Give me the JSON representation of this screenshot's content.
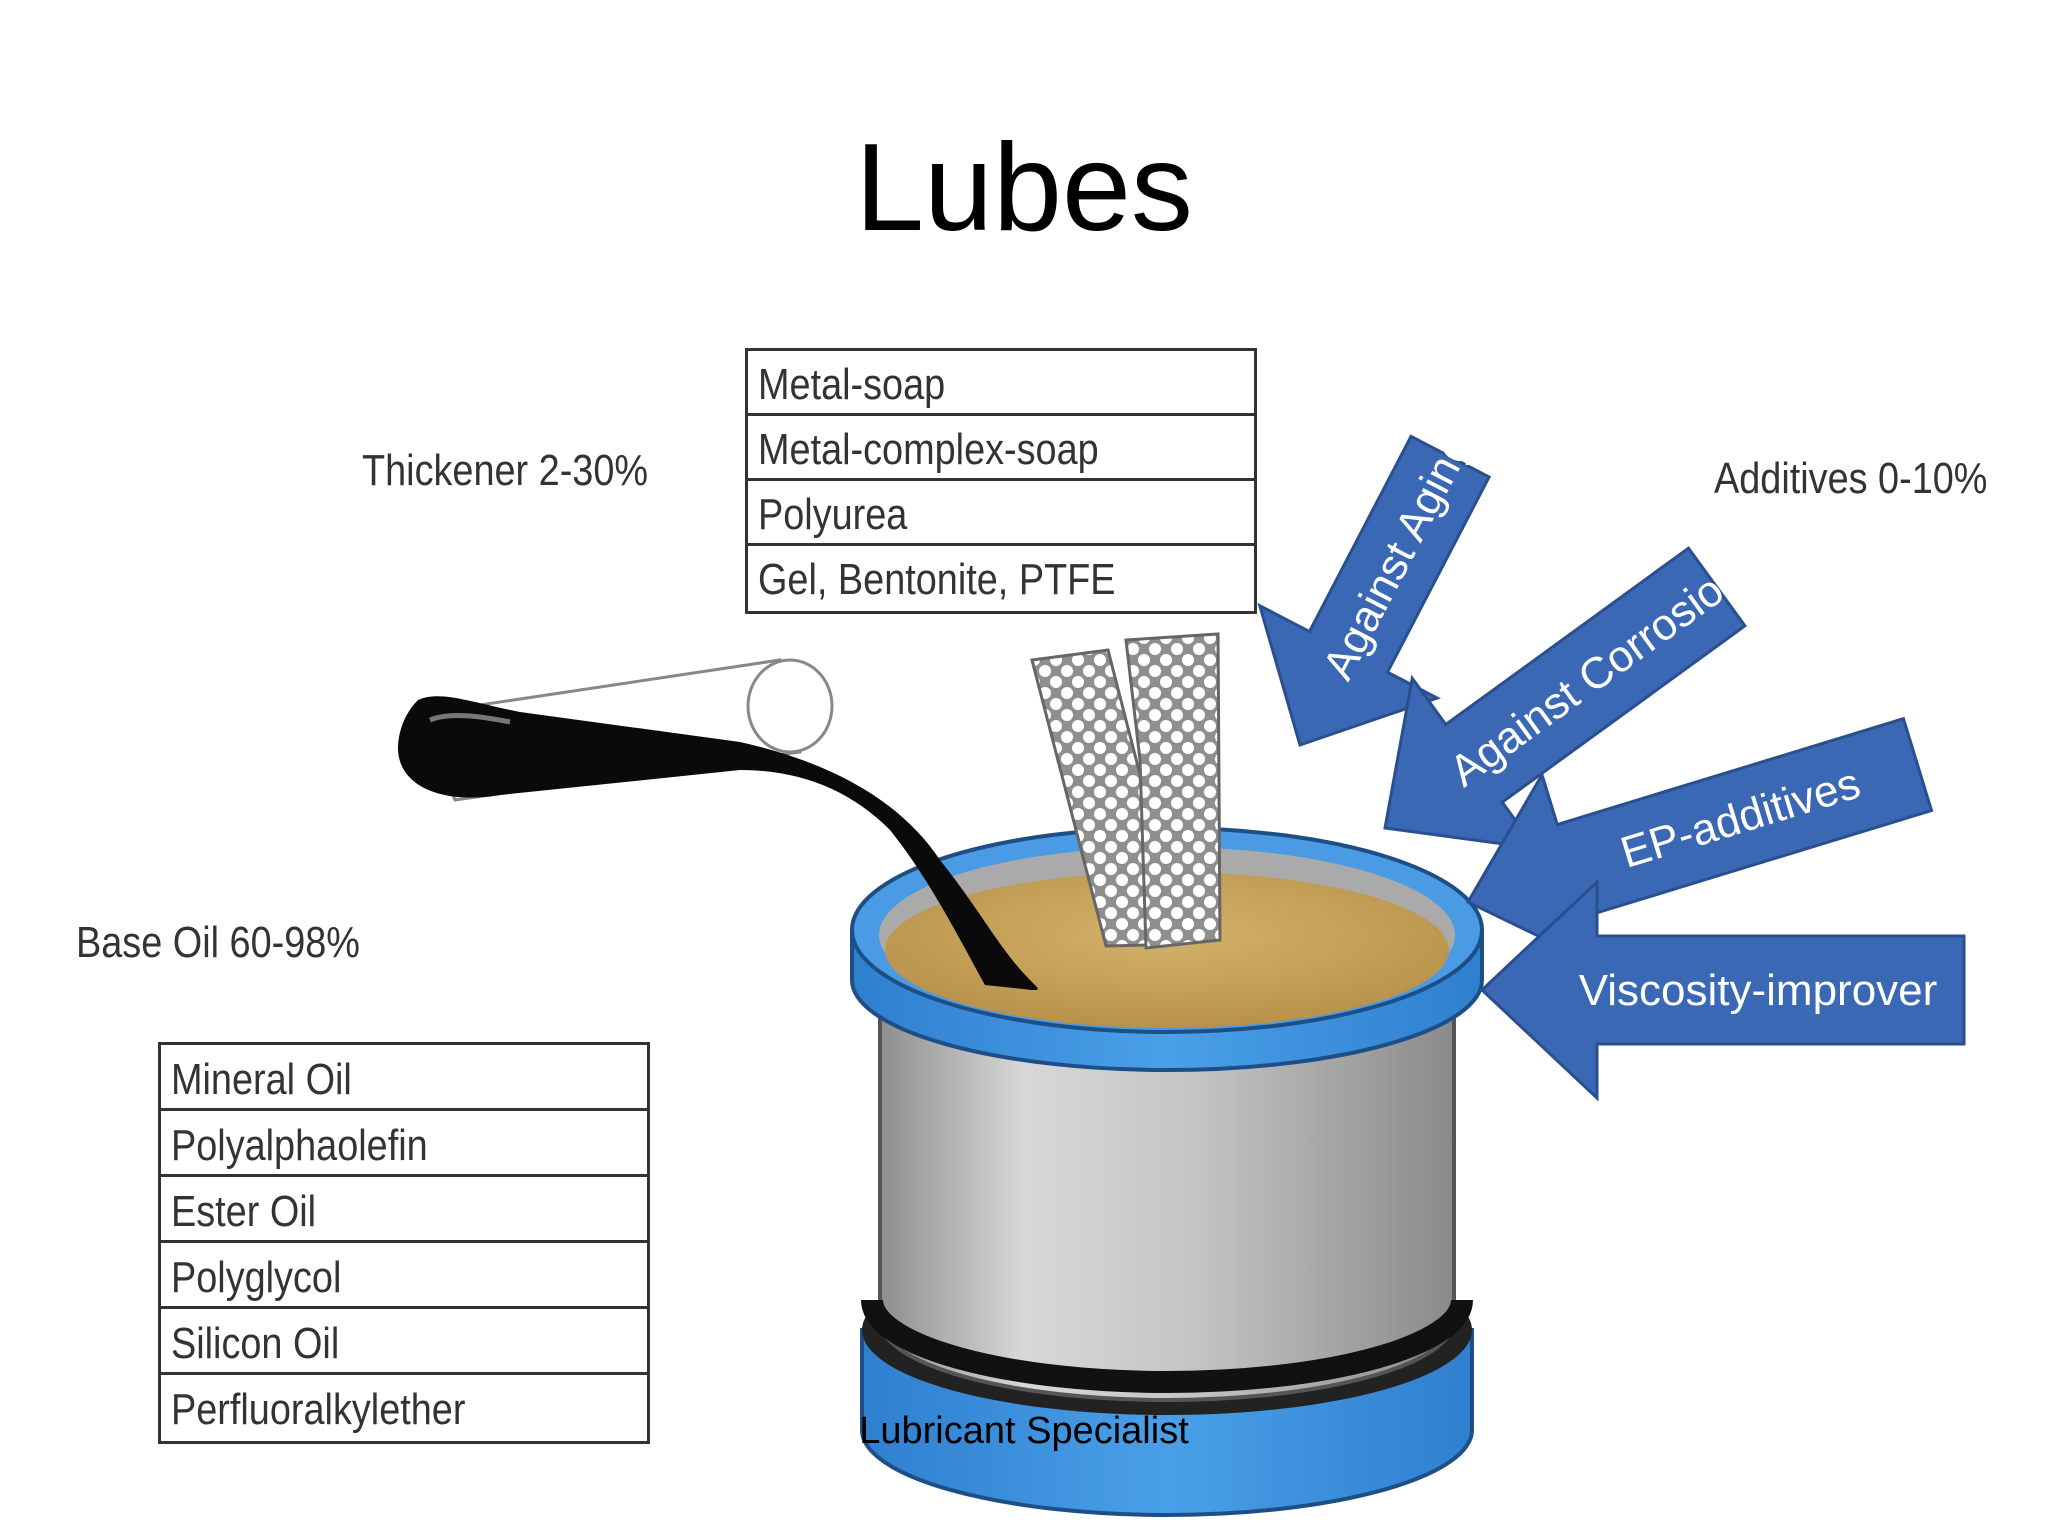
{
  "title": "Lubes",
  "thickener": {
    "label": "Thickener 2-30%",
    "items": [
      "Metal-soap",
      "Metal-complex-soap",
      "Polyurea",
      "Gel, Bentonite, PTFE"
    ]
  },
  "additives": {
    "label": "Additives 0-10%",
    "arrows": [
      "Against Aging",
      "Against Corrosion",
      "EP-additives",
      "Viscosity-improver"
    ]
  },
  "base_oil": {
    "label": "Base Oil 60-98%",
    "items": [
      "Mineral Oil",
      "Polyalphaolefin",
      "Ester Oil",
      "Polyglycol",
      "Silicon Oil",
      "Perfluoralkylether"
    ]
  },
  "footer": "Lubricant Specialist",
  "colors": {
    "arrow_blue": "#3a68b5",
    "can_blue": "#3d8ed6",
    "grease": "#c9a55a",
    "oil": "#111111",
    "can_grey": "#bdbdbd"
  }
}
